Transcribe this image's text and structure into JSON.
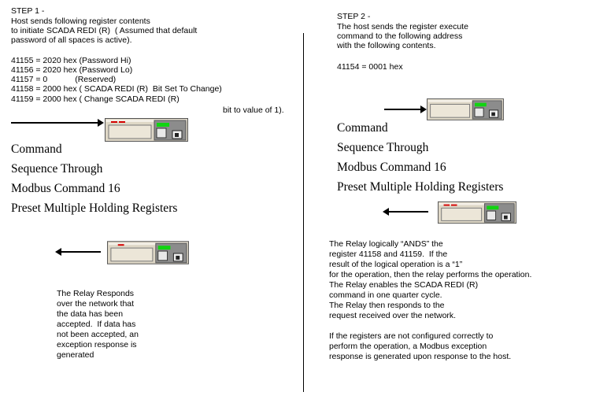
{
  "step1": {
    "title": "STEP 1 -",
    "intro": [
      "Host sends following register contents",
      "to initiate SCADA REDI (R)  ( Assumed that default",
      "password of all spaces is active)."
    ],
    "registers": [
      "41155 = 2020 hex (Password Hi)",
      "41156 = 2020 hex (Password Lo)",
      "41157 = 0            (Reserved)",
      "41158 = 2000 hex ( SCADA REDI (R)  Bit Set To Change)",
      "41159 = 2000 hex ( Change SCADA REDI (R)",
      "bit to value of 1)."
    ],
    "command": [
      "Command",
      "Sequence Through",
      "Modbus Command 16",
      "Preset Multiple Holding Registers"
    ],
    "response": [
      "The Relay Responds",
      "over the network that",
      "the data has been",
      "accepted.  If data has",
      "not been accepted, an",
      "exception response is",
      "generated"
    ]
  },
  "step2": {
    "title": "STEP 2 -",
    "intro": [
      "The host sends the register execute",
      "command to the following address",
      "with the following contents."
    ],
    "register": "41154 = 0001 hex",
    "command": [
      "Command",
      "Sequence Through",
      "Modbus Command 16",
      "Preset Multiple Holding Registers"
    ],
    "response": [
      "The Relay logically “ANDS” the",
      "register 41158 and 41159.  If the",
      "result of the logical operation is a “1”",
      "for the operation, then the relay performs the operation.",
      "The Relay enables the SCADA REDI (R)",
      "command in one quarter cycle.",
      "The Relay then responds to the",
      "request received over the network."
    ],
    "note": [
      "If the registers are not configured correctly to",
      "perform the operation, a Modbus exception",
      "response is generated upon response to the host."
    ]
  },
  "colors": {
    "relay_body": "#ded7c6",
    "relay_panel": "#8c8c8c",
    "relay_green": "#11d411",
    "relay_red": "#d40000"
  }
}
